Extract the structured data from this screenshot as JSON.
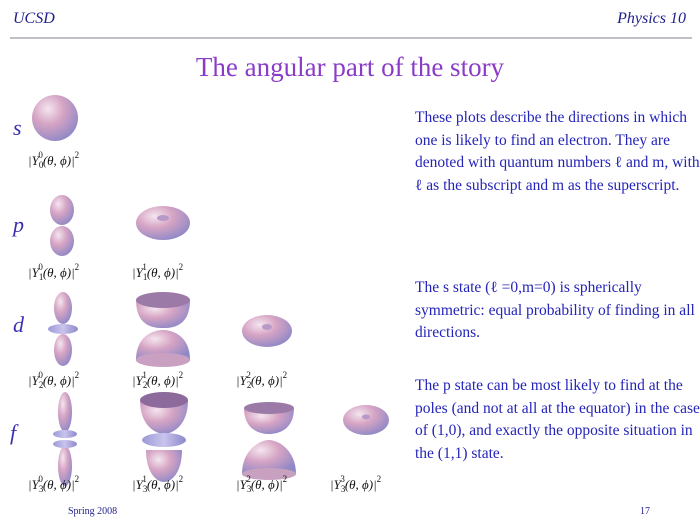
{
  "header": {
    "left": "UCSD",
    "right": "Physics 10"
  },
  "title": "The angular part of the story",
  "rows": [
    {
      "letter": "s",
      "labels": [
        {
          "sub": "0",
          "sup": "0"
        }
      ]
    },
    {
      "letter": "p",
      "labels": [
        {
          "sub": "1",
          "sup": "0"
        },
        {
          "sub": "1",
          "sup": "1"
        }
      ]
    },
    {
      "letter": "d",
      "labels": [
        {
          "sub": "2",
          "sup": "0"
        },
        {
          "sub": "2",
          "sup": "1"
        },
        {
          "sub": "2",
          "sup": "2"
        }
      ]
    },
    {
      "letter": "f",
      "labels": [
        {
          "sub": "3",
          "sup": "0"
        },
        {
          "sub": "3",
          "sup": "1"
        },
        {
          "sub": "3",
          "sup": "2"
        },
        {
          "sub": "3",
          "sup": "3"
        }
      ]
    }
  ],
  "label_parts": {
    "open": "|",
    "func": "Y",
    "args": "(θ, ϕ)|",
    "exp": "2"
  },
  "paragraphs": [
    "These plots describe the directions in which one is likely to find an electron. They are denoted with quantum numbers ℓ and m, with ℓ as the subscript and m as the superscript.",
    "The s state (ℓ =0,m=0) is spherically symmetric: equal probability of finding in all directions.",
    "The p state can be most likely to find at the poles (and not at all at the equator) in the case of (1,0), and exactly the opposite situation in the (1,1) state."
  ],
  "footer": {
    "left": "Spring 2008",
    "page": "17"
  },
  "colors": {
    "header": "#1e1e8c",
    "title": "#8a3cc8",
    "text": "#2424b8",
    "surface": "#d9a7c6"
  }
}
